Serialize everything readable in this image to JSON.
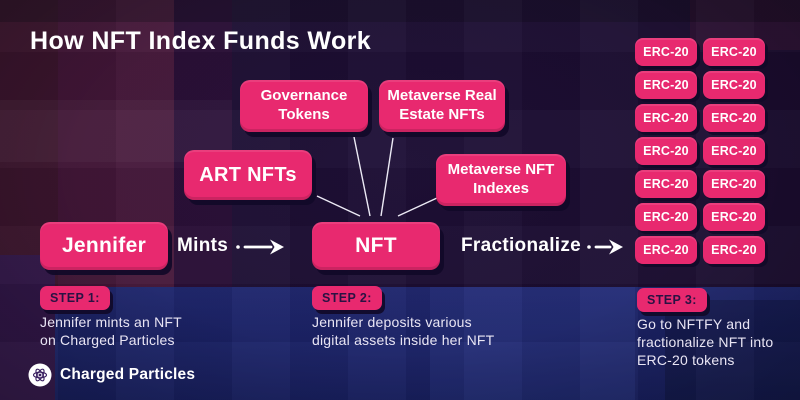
{
  "title": "How NFT Index Funds Work",
  "colors": {
    "pink": "#e8296f",
    "background": "#1c0d31",
    "maroon_left": "#451739",
    "bottom_blue": "#222a74",
    "badge_text": "#2a1243",
    "light_text": "#e9e5f4",
    "white": "#ffffff"
  },
  "diagram": {
    "actor_box": "Jennifer",
    "nft_box": "NFT",
    "mints_label": "Mints",
    "fractionalize_label": "Fractionalize",
    "asset_boxes": {
      "governance": "Governance\nTokens",
      "real_estate": "Metaverse Real\nEstate NFTs",
      "art": "ART NFTs",
      "indexes": "Metaverse NFT\nIndexes"
    }
  },
  "erc20": {
    "label": "ERC-20",
    "count": 14,
    "columns": 2,
    "rows": 7
  },
  "steps": [
    {
      "badge": "STEP 1:",
      "text": "Jennifer mints an NFT\non Charged Particles"
    },
    {
      "badge": "STEP 2:",
      "text": "Jennifer deposits various\ndigital assets inside her NFT"
    },
    {
      "badge": "STEP 3:",
      "text": "Go to NFTFY and\nfractionalize NFT into\nERC-20 tokens"
    }
  ],
  "brand": {
    "name": "Charged Particles"
  }
}
